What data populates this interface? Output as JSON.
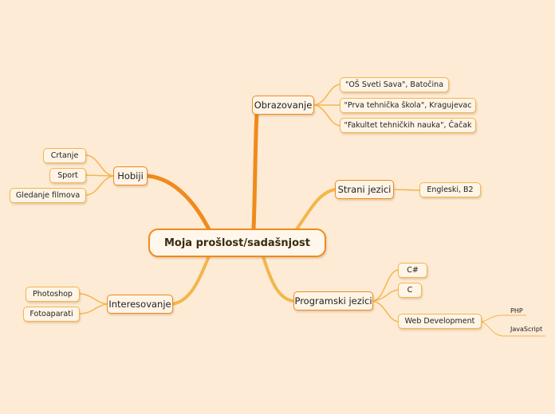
{
  "root": {
    "label": "Moja prošlost/sadašnjost"
  },
  "obrazovanje": {
    "label": "Obrazovanje",
    "items": [
      "\"OŠ Sveti Sava\", Batočina",
      "\"Prva tehnička škola\", Kragujevac",
      "\"Fakultet tehničkih nauka\", Čačak"
    ]
  },
  "hobiji": {
    "label": "Hobiji",
    "items": [
      "Crtanje",
      "Sport",
      "Gledanje filmova"
    ]
  },
  "strani_jezici": {
    "label": "Strani jezici",
    "items": [
      "Engleski, B2"
    ]
  },
  "interesovanje": {
    "label": "Interesovanje",
    "items": [
      "Photoshop",
      "Fotoaparati"
    ]
  },
  "programski_jezici": {
    "label": "Programski jezici",
    "items": [
      "C#",
      "C",
      "Web Development"
    ],
    "web_development": [
      "PHP",
      "JavaScript"
    ]
  },
  "colors": {
    "background": "#fdebd6",
    "branch_main": "#f08a1c",
    "branch_light": "#f4b64a",
    "node_fill": "#fff4e6"
  }
}
